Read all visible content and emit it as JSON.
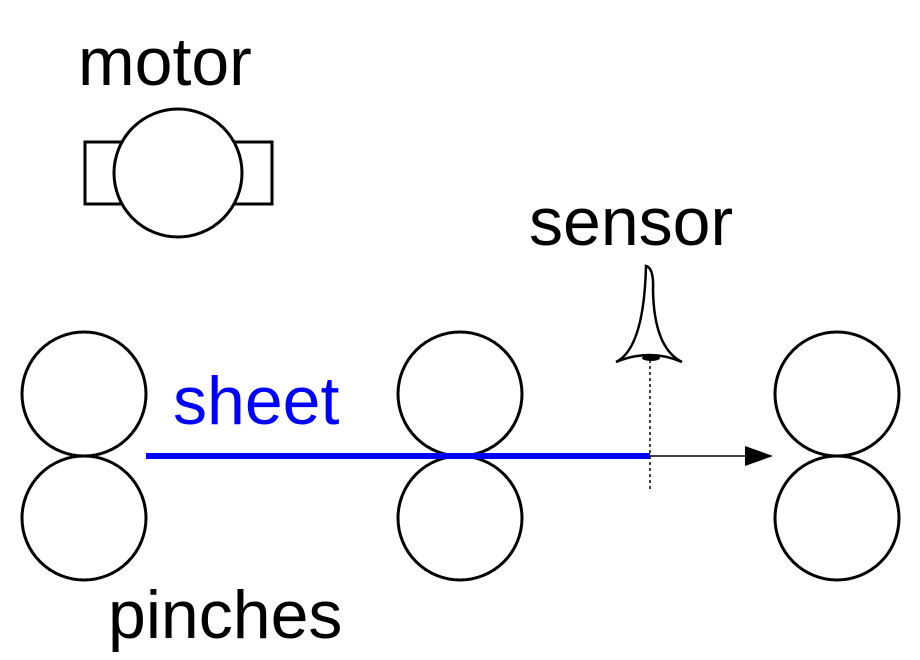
{
  "labels": {
    "motor": "motor",
    "sensor": "sensor",
    "sheet": "sheet",
    "pinches": "pinches"
  },
  "colors": {
    "outline": "#000000",
    "sheet": "#0000ff",
    "background": "#ffffff"
  }
}
